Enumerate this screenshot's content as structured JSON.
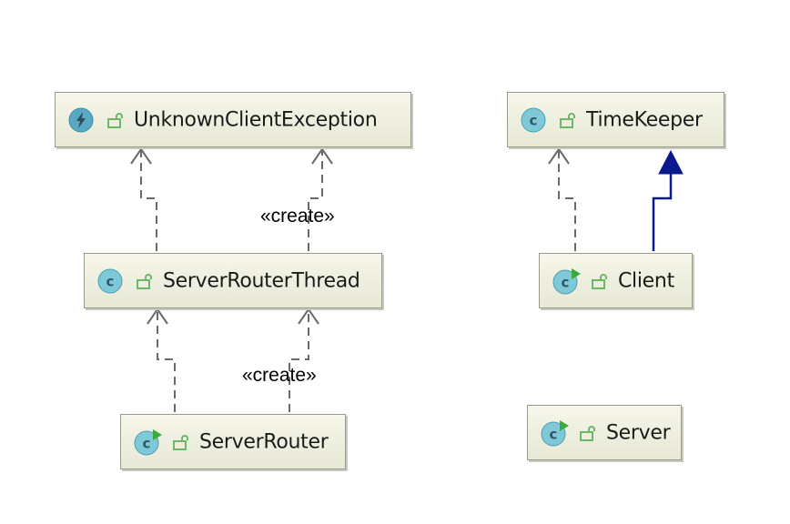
{
  "nodes": {
    "unknown_client_exception": {
      "label": "UnknownClientException",
      "kind": "exception"
    },
    "time_keeper": {
      "label": "TimeKeeper",
      "kind": "class"
    },
    "server_router_thread": {
      "label": "ServerRouterThread",
      "kind": "class"
    },
    "client": {
      "label": "Client",
      "kind": "runnable-class"
    },
    "server_router": {
      "label": "ServerRouter",
      "kind": "runnable-class"
    },
    "server": {
      "label": "Server",
      "kind": "runnable-class"
    }
  },
  "edges": [
    {
      "from": "server_router_thread",
      "to": "unknown_client_exception",
      "type": "dependency",
      "label": ""
    },
    {
      "from": "server_router_thread",
      "to": "unknown_client_exception",
      "type": "dependency",
      "label": "«create»"
    },
    {
      "from": "server_router",
      "to": "server_router_thread",
      "type": "dependency",
      "label": ""
    },
    {
      "from": "server_router",
      "to": "server_router_thread",
      "type": "dependency",
      "label": "«create»"
    },
    {
      "from": "client",
      "to": "time_keeper",
      "type": "dependency",
      "label": ""
    },
    {
      "from": "client",
      "to": "time_keeper",
      "type": "inheritance",
      "label": ""
    }
  ],
  "stereotypes": {
    "create_top": "«create»",
    "create_bottom": "«create»"
  },
  "colors": {
    "class_icon": "#7fc8d8",
    "exception_icon": "#5aa9c4",
    "lock": "#6bb86b",
    "run_badge": "#3aaa3a",
    "inheritance": "#0a1a8c",
    "dependency": "#6a6a6a"
  }
}
